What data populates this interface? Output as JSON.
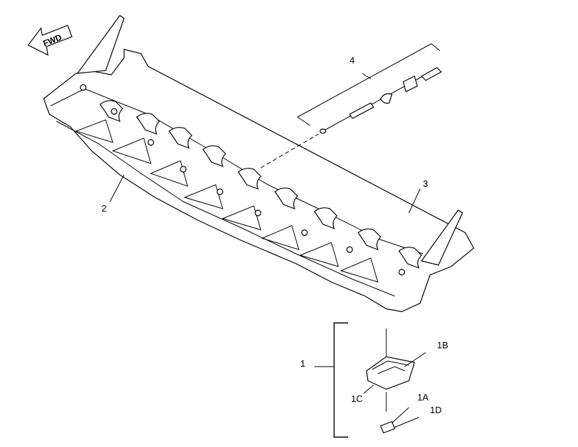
{
  "direction_arrow": {
    "label": "FWD"
  },
  "callouts": {
    "c1": "1",
    "c1A": "1A",
    "c1B": "1B",
    "c1C": "1C",
    "c1D": "1D",
    "c2": "2",
    "c3": "3",
    "c4": "4"
  }
}
